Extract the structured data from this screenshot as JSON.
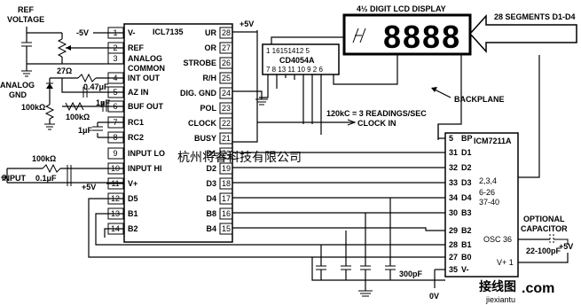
{
  "title": "4½ DIGIT LCD DISPLAY",
  "display_digits": "8888",
  "segments_label": "28 SEGMENTS D1-D4",
  "ref_voltage": [
    "REF",
    "VOLTAGE"
  ],
  "analog_gnd": [
    "ANALOG",
    "GND"
  ],
  "plus5v": "+5V",
  "minus5v": "-5V",
  "ic1": {
    "name": "ICL7135",
    "left_pins": [
      {
        "num": "1",
        "label": "V-"
      },
      {
        "num": "2",
        "label": "REF"
      },
      {
        "num": "3",
        "label": "ANALOG"
      },
      {
        "num": "",
        "label": "COMMON"
      },
      {
        "num": "4",
        "label": "INT OUT"
      },
      {
        "num": "5",
        "label": "AZ IN"
      },
      {
        "num": "6",
        "label": "BUF OUT"
      },
      {
        "num": "7",
        "label": "RC1"
      },
      {
        "num": "8",
        "label": "RC2"
      },
      {
        "num": "9",
        "label": "INPUT LO"
      },
      {
        "num": "10",
        "label": "INPUT HI"
      },
      {
        "num": "11",
        "label": "V+"
      },
      {
        "num": "12",
        "label": "D5"
      },
      {
        "num": "13",
        "label": "B1"
      },
      {
        "num": "14",
        "label": "B2"
      }
    ],
    "right_pins": [
      {
        "num": "28",
        "label": "UR"
      },
      {
        "num": "27",
        "label": "OR"
      },
      {
        "num": "26",
        "label": "STROBE"
      },
      {
        "num": "25",
        "label": "R/H"
      },
      {
        "num": "24",
        "label": "DIG. GND"
      },
      {
        "num": "23",
        "label": "POL"
      },
      {
        "num": "22",
        "label": "CLOCK"
      },
      {
        "num": "21",
        "label": "BUSY"
      },
      {
        "num": "20",
        "label": "D1"
      },
      {
        "num": "19",
        "label": "D2"
      },
      {
        "num": "18",
        "label": "D3"
      },
      {
        "num": "17",
        "label": "D4"
      },
      {
        "num": "16",
        "label": "B8"
      },
      {
        "num": "15",
        "label": "B4"
      }
    ]
  },
  "ic2": {
    "name": "CD4054A",
    "top_pins": "1 16151412 5",
    "bottom_pins": "7 8 13 11 10 9 2 6"
  },
  "ic3": {
    "name": "ICM7211A",
    "left_pins": [
      {
        "num": "5",
        "label": "BP"
      },
      {
        "num": "31",
        "label": "D1"
      },
      {
        "num": "32",
        "label": "D2"
      },
      {
        "num": "33",
        "label": "D3"
      },
      {
        "num": "34",
        "label": "D4"
      },
      {
        "num": "30",
        "label": "B3"
      },
      {
        "num": "29",
        "label": "B2"
      },
      {
        "num": "28",
        "label": "B1"
      },
      {
        "num": "27",
        "label": "B0"
      },
      {
        "num": "35",
        "label": "V-"
      }
    ],
    "right_labels": [
      "2,3,4",
      "6-26",
      "37-40",
      "OSC 36",
      "V+ 1"
    ]
  },
  "components": {
    "r_27": "27Ω",
    "c_047": "0.47μF",
    "c_1u_a": "1μF",
    "r_100k_a": "100kΩ",
    "r_100k_b": "100kΩ",
    "c_1u_b": "1μF",
    "r_100k_in": "100kΩ",
    "c_01": "0.1μF",
    "c_300p": "300pF",
    "c_22_100p": "22-100pF"
  },
  "input_label": "INPUT",
  "clock_note": [
    "120kC = 3 READINGS/SEC",
    "CLOCK IN"
  ],
  "backplane": "BACKPLANE",
  "optional_cap": [
    "OPTIONAL",
    "CAPACITOR"
  ],
  "zero_v": "0V",
  "watermark": "杭州将睿科技有限公司",
  "logo": "接线图",
  "logo_com": ".com",
  "site": "jiexiantu"
}
